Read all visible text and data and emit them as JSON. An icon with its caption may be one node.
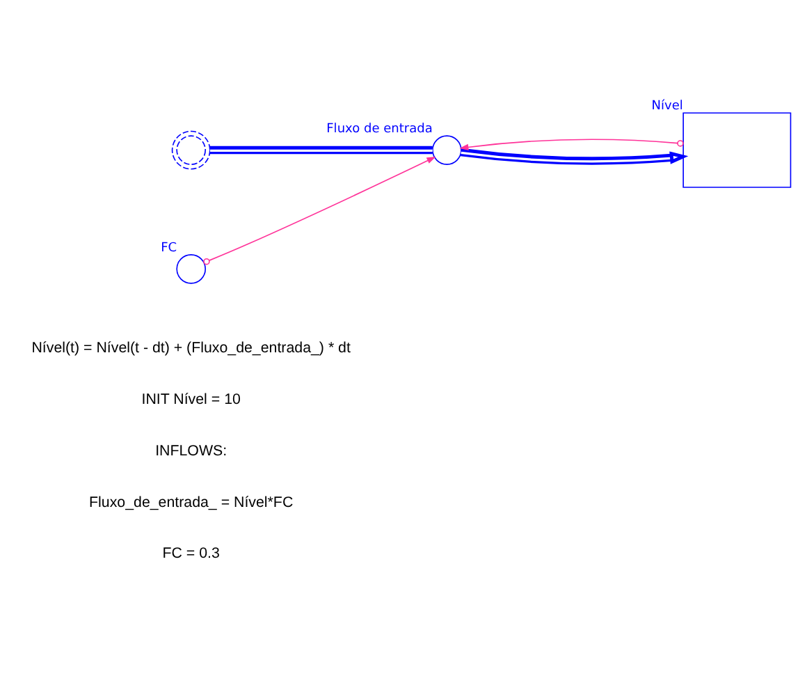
{
  "diagram": {
    "nodes": [
      {
        "text": [],
        "shape": "cloud"
      },
      {
        "text": [
          "Fluxo de entrada"
        ]
      },
      {
        "text": [
          "Nível"
        ]
      },
      {
        "text": [
          "FC"
        ]
      }
    ],
    "edges": [
      {
        "from": 0,
        "to": 1,
        "arrow": "none",
        "style": "thick"
      },
      {
        "from": 1,
        "to": 2,
        "arrow": "to",
        "style": "thick"
      },
      {
        "from": 3,
        "to": 1,
        "arrow": "to",
        "color": "#ff3399"
      },
      {
        "from": 2,
        "to": 1,
        "arrow": "to",
        "color": "#ff3399"
      }
    ],
    "labels": [
      "Nível(t) = Nível(t - dt) + (Fluxo_de_entrada_) * dt",
      "INIT Nível = 10",
      "INFLOWS:",
      "Fluxo_de_entrada_ = Nível*FC",
      "FC = 0.3"
    ]
  }
}
